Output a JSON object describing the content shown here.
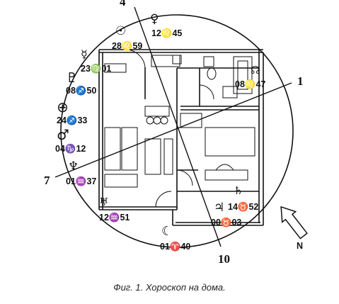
{
  "houses": {
    "h1": "1",
    "h4": "4",
    "h7": "7",
    "h10": "10"
  },
  "planets": [
    {
      "id": "venus",
      "glyph": "♀",
      "label": "12♌45",
      "icon": "venus-icon"
    },
    {
      "id": "sun",
      "glyph": "☉",
      "label": "28♌59",
      "icon": "sun-icon"
    },
    {
      "id": "mercury",
      "glyph": "☿",
      "label": "23♍01",
      "icon": "mercury-icon"
    },
    {
      "id": "pluto",
      "glyph": "♇",
      "label": "08♐50",
      "icon": "pluto-icon"
    },
    {
      "id": "fortune",
      "glyph": "⊕",
      "label": "24♐33",
      "icon": "part-of-fortune-icon"
    },
    {
      "id": "mars",
      "glyph": "♂",
      "label": "04♑12",
      "icon": "mars-icon"
    },
    {
      "id": "neptune",
      "glyph": "♆",
      "label": "01♒37",
      "icon": "neptune-icon"
    },
    {
      "id": "uranus",
      "glyph": "♅",
      "label": "12♒51",
      "icon": "uranus-icon"
    },
    {
      "id": "moon",
      "glyph": "☾",
      "label": "01♈40",
      "icon": "moon-icon"
    },
    {
      "id": "jupiter",
      "glyph": "♃",
      "label": "00♉03",
      "icon": "jupiter-icon"
    },
    {
      "id": "saturn",
      "glyph": "♄",
      "label": "14♉52",
      "icon": "saturn-icon"
    },
    {
      "id": "node",
      "glyph": "☊",
      "label": "08♌47",
      "icon": "node-icon"
    }
  ],
  "north": {
    "letter": "N",
    "icon": "north-arrow-icon"
  },
  "caption": "Фиг. 1. Хороскоп на дома."
}
